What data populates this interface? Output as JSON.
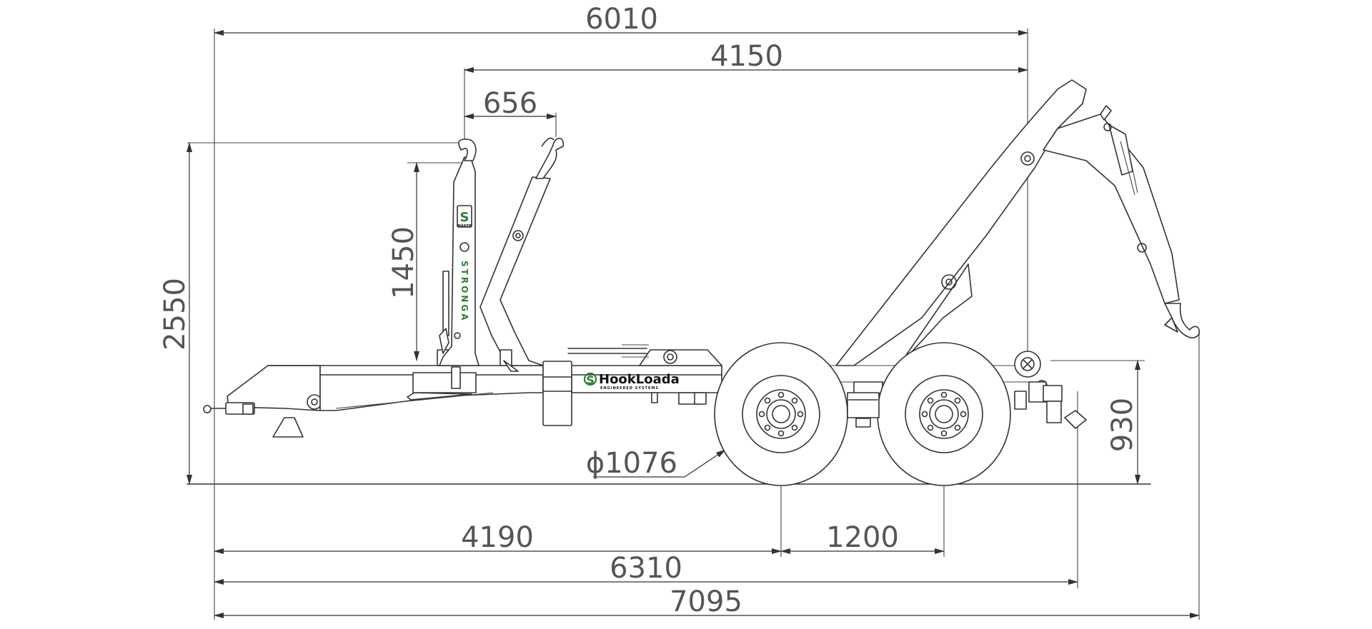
{
  "dimensions": {
    "overall_top_length": "6010",
    "arm_to_rear_length": "4150",
    "hook_offset": "656",
    "height": "2550",
    "hook_height": "1450",
    "wheel_diameter": "ϕ1076",
    "rear_height": "930",
    "front_to_axle": "4190",
    "axle_spacing": "1200",
    "chassis_length": "6310",
    "overall_length": "7095"
  },
  "branding": {
    "logo_text": "HookLoada",
    "logo_subtext": "ENGINEERED SYSTEMS",
    "arm_label": "STRONGA",
    "badge_text": "MAKER"
  },
  "colors": {
    "line": "#333333",
    "dimension_text": "#555555",
    "brand_green": "#2e7d32"
  }
}
